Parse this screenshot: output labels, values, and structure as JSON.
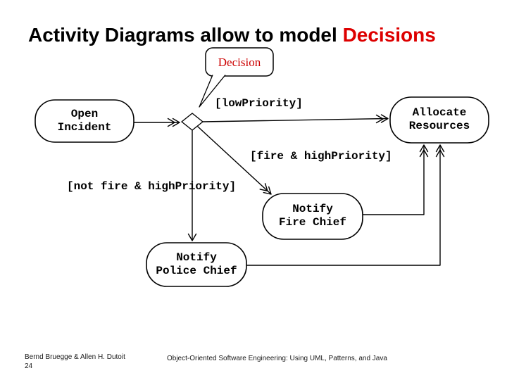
{
  "slide": {
    "title": {
      "prefix": "Activity Diagrams allow to model ",
      "highlight": "Decisions",
      "highlight_color": "#dd0000"
    },
    "callout": {
      "label": "Decision",
      "color": "#cc0000"
    },
    "diagram": {
      "nodes": [
        {
          "id": "open-incident",
          "line1": "Open",
          "line2": "Incident"
        },
        {
          "id": "allocate-resources",
          "line1": "Allocate",
          "line2": "Resources"
        },
        {
          "id": "notify-fire-chief",
          "line1": "Notify",
          "line2": "Fire Chief"
        },
        {
          "id": "notify-police-chief",
          "line1": "Notify",
          "line2": "Police Chief"
        }
      ],
      "guards": {
        "low_priority": "[lowPriority]",
        "fire_high_priority": "[fire & highPriority]",
        "not_fire_high_priority": "[not fire & highPriority]"
      },
      "decision_node": "diamond"
    },
    "footer": {
      "authors": "Bernd Bruegge & Allen H. Dutoit",
      "page": "24",
      "book": "Object-Oriented Software Engineering: Using UML, Patterns, and Java"
    }
  }
}
